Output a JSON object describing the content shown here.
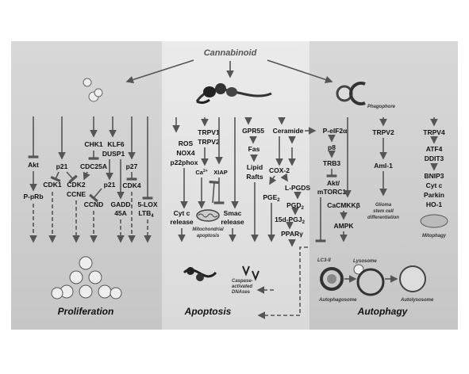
{
  "title": "Cannabinoid",
  "sections": {
    "proliferation": "Proliferation",
    "apoptosis": "Apoptosis",
    "autophagy": "Autophagy"
  },
  "proliferation": {
    "akt": "Akt",
    "p_prb": "P-pRb",
    "p21_a": "p21",
    "cdk1": "CDK1",
    "cdk2": "CDK2",
    "ccne": "CCNE",
    "chk1": "CHK1",
    "cdc25a": "CDC25A",
    "klf6": "KLF6",
    "dusp1": "DUSP1",
    "p21_b": "p21",
    "ccnd": "CCND",
    "gadd": "GADD",
    "gadd_45a": "45A",
    "p27": "p27",
    "cdk4": "CDK4",
    "lox5": "5-LOX",
    "ltb4": "LTB",
    "ltb4_sub": "4"
  },
  "apoptosis": {
    "ros": "ROS",
    "nox4": "NOX4",
    "p22phox": "p22phox",
    "trpv1": "TRPV1",
    "trpv2": "TRPV2",
    "ca": "Ca",
    "ca_sup": "2+",
    "xiap": "XIAP",
    "cytc_release_1": "Cyt c",
    "cytc_release_2": "release",
    "smac_1": "Smac",
    "smac_2": "release",
    "mito_1": "Mitochondrial",
    "mito_2": "apoptosis",
    "gpr55": "GPR55",
    "fas": "Fas",
    "lipid_1": "Lipid",
    "lipid_2": "Rafts",
    "ceramide": "Ceramide",
    "cox2": "COX-2",
    "lpgds": "L-PGDS",
    "pge": "PGE",
    "pge_sub": "2",
    "pgd": "PGD",
    "pgd_sub": "2",
    "pgj": "15d-PGJ",
    "pgj_sub": "2",
    "ppar": "PPARγ",
    "caspase_1": "Caspase-",
    "caspase_2": "activated",
    "caspase_3": "DNAses"
  },
  "autophagy": {
    "phagophore": "Phagophore",
    "peif": "P-eIF2α",
    "p8": "p8",
    "trb3": "TRB3",
    "akt": "Akt/",
    "mtorc1": "mTORC1",
    "camkk": "CaCMKKβ",
    "ampk": "AMPK",
    "trpv2": "TRPV2",
    "aml1": "Aml-1",
    "glioma_1": "Glioma",
    "glioma_2": "stem cell",
    "glioma_3": "differentiation",
    "trpv4": "TRPV4",
    "atf4": "ATF4",
    "ddit3": "DDIT3",
    "bnip3": "BNIP3",
    "cytc": "Cyt c",
    "parkin": "Parkin",
    "ho1": "HO-1",
    "mitophagy": "Mitophagy",
    "lc3": "LC3-II",
    "lysosome": "Lysosome",
    "autophagosome": "Autophagosome",
    "autolysosome": "Autolysosome"
  }
}
